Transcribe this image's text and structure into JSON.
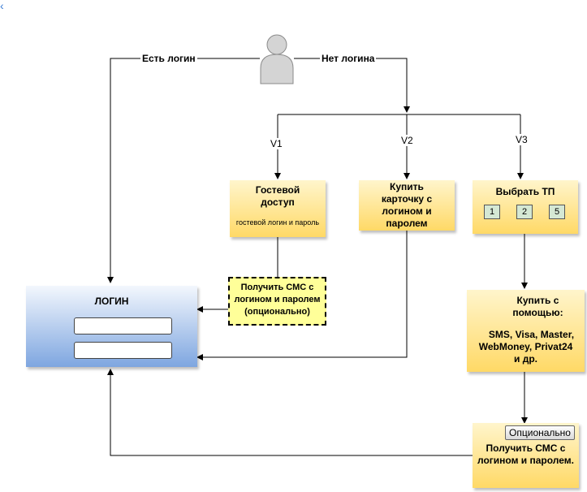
{
  "nav": {
    "back_glyph": "‹"
  },
  "edges": {
    "has_login": "Есть логин",
    "no_login": "Нет логина",
    "v1": "V1",
    "v2": "V2",
    "v3": "V3"
  },
  "guest": {
    "title_line1": "Гостевой",
    "title_line2": "доступ",
    "subtitle": "гостевой логин и пароль"
  },
  "buy_card": {
    "line1": "Купить",
    "line2": "карточку с",
    "line3": "логином и",
    "line4": "паролем"
  },
  "choose_tp": {
    "title": "Выбрать ТП",
    "options": [
      "1",
      "2",
      "5"
    ]
  },
  "sms_optional": {
    "line1": "Получить СМС с",
    "line2": "логином и паролем",
    "line3": "(опционально)"
  },
  "login": {
    "title": "ЛОГИН",
    "login_value": "",
    "password_value": ""
  },
  "pay": {
    "line1": "Купить с",
    "line2": "помощью:",
    "methods_line1": "SMS, Visa, Master,",
    "methods_line2": "WebMoney, Privat24",
    "methods_line3": "и др."
  },
  "sms_final": {
    "badge": "Опционально",
    "line1": "Получить СМС с",
    "line2": "логином и паролем."
  },
  "colors": {
    "yellow_box": "#ffd966",
    "login_blue": "#7ea6e0",
    "dashed_box": "#ffff99",
    "tp_green": "#d5e8d4"
  }
}
